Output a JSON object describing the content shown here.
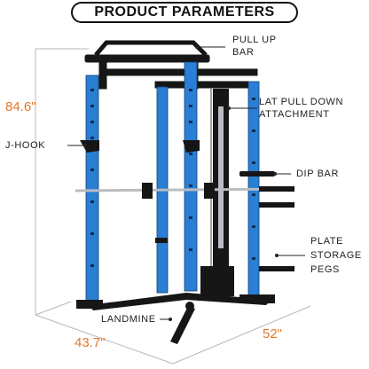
{
  "title": "PRODUCT PARAMETERS",
  "callouts": {
    "pull_up": [
      "PULL UP",
      "BAR"
    ],
    "lat_pull": [
      "LAT PULL DOWN",
      "ATTACHMENT"
    ],
    "j_hook": "J-HOOK",
    "dip_bar": "DIP BAR",
    "plate_storage": [
      "PLATE",
      "STORAGE",
      "PEGS"
    ],
    "landmine": "LANDMINE"
  },
  "dimensions": {
    "height": "84.6\"",
    "width": "43.7\"",
    "depth": "52\""
  },
  "colors": {
    "frame_blue": "#2a7fd4",
    "frame_black": "#161616",
    "dimension_orange": "#e8772a",
    "chrome": "#b9bcc0"
  }
}
